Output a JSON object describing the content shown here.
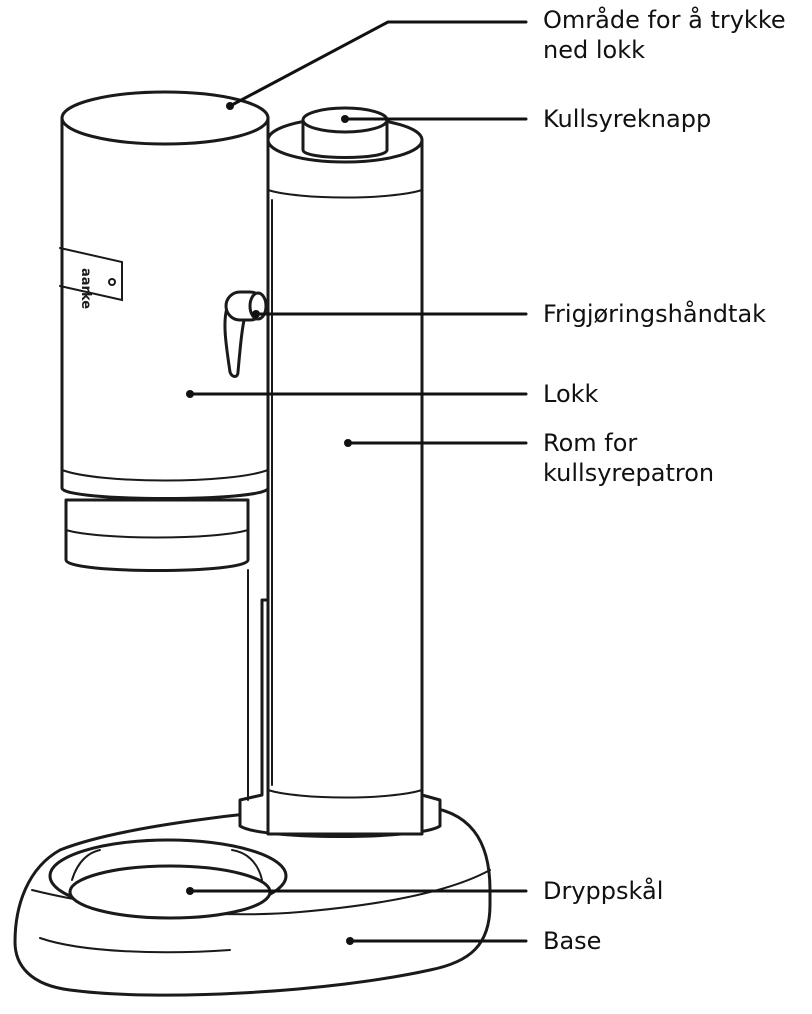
{
  "brand_badge": "aarke",
  "labels": {
    "lid_press_area": "Område for å trykke\nned lokk",
    "carbonation_button": "Kullsyreknapp",
    "release_handle": "Frigjøringshåndtak",
    "lid": "Lokk",
    "cylinder_compartment": "Rom for\nkullsyrepatron",
    "drip_tray": "Dryppskål",
    "base": "Base"
  }
}
